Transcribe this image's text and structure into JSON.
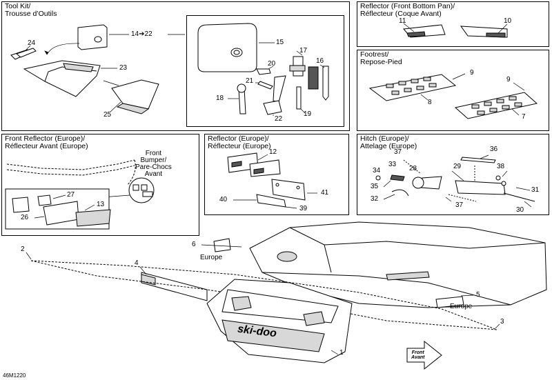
{
  "panels": {
    "toolkit": {
      "title_en": "Tool Kit/",
      "title_fr": "Trousse d’Outils"
    },
    "reflector_bottom": {
      "title_en": "Reflector (Front Bottom Pan)/",
      "title_fr": "Réflecteur (Coque Avant)"
    },
    "footrest": {
      "title_en": "Footrest/",
      "title_fr": "Repose-Pied"
    },
    "front_reflector": {
      "title_en": "Front Reflector (Europe)/",
      "title_fr": "Réflecteur Avant (Europe)"
    },
    "reflector_eu": {
      "title_en": "Reflector (Europe)/",
      "title_fr": "Réflecteur (Europe)"
    },
    "hitch": {
      "title_en": "Hitch (Europe)/",
      "title_fr": "Attelage (Europe)"
    }
  },
  "labels": {
    "bumper": "Front\nBumper/\nPare-Chocs\nAvant",
    "europe_1": "Europe",
    "europe_2": "Europe",
    "front_arrow": "Front\nAvant",
    "fig_code": "46M1220",
    "arrow_ref": "14➔22",
    "brand": "ski-doo"
  },
  "callouts": {
    "c1": "1",
    "c2": "2",
    "c3": "3",
    "c4": "4",
    "c5": "5",
    "c6": "6",
    "c7": "7",
    "c8": "8",
    "c9a": "9",
    "c9b": "9",
    "c10": "10",
    "c11": "11",
    "c12": "12",
    "c13": "13",
    "c15": "15",
    "c16": "16",
    "c17": "17",
    "c18": "18",
    "c19": "19",
    "c20": "20",
    "c21": "21",
    "c22": "22",
    "c23": "23",
    "c24": "24",
    "c25": "25",
    "c26": "26",
    "c27": "27",
    "c28": "28",
    "c29": "29",
    "c30": "30",
    "c31": "31",
    "c32": "32",
    "c33": "33",
    "c34": "34",
    "c35": "35",
    "c36": "36",
    "c37a": "37",
    "c37b": "37",
    "c38": "38",
    "c39": "39",
    "c40": "40",
    "c41": "41"
  }
}
